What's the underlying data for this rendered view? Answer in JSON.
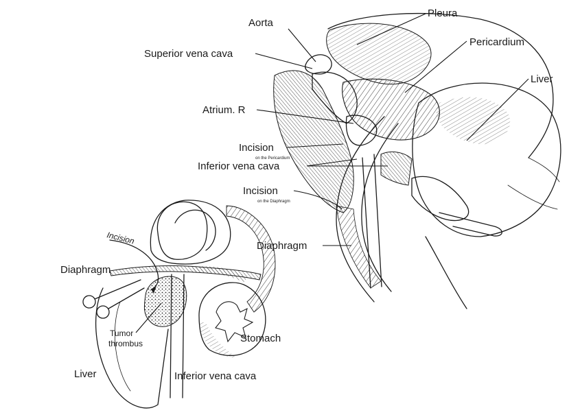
{
  "labels": {
    "pleura": "Pleura",
    "aorta": "Aorta",
    "pericardium": "Pericardium",
    "superior_vena_cava": "Superior vena cava",
    "liver_top": "Liver",
    "atrium_r": "Atrium. R",
    "incision_pericardium": "Incision",
    "incision_pericardium_sub": "on the Pericardium",
    "inferior_vena_cava_top": "Inferior vena cava",
    "incision_diaphragm": "Incision",
    "incision_diaphragm_sub": "on the Diaphragm",
    "diaphragm_top": "Diaphragm",
    "incision_bottom": "Incision",
    "diaphragm_bottom": "Diaphragm",
    "tumor_thrombus_line1": "Tumor",
    "tumor_thrombus_line2": "thrombus",
    "stomach": "Stomach",
    "liver_bottom": "Liver",
    "inferior_vena_cava_bottom": "Inferior vena cava"
  }
}
